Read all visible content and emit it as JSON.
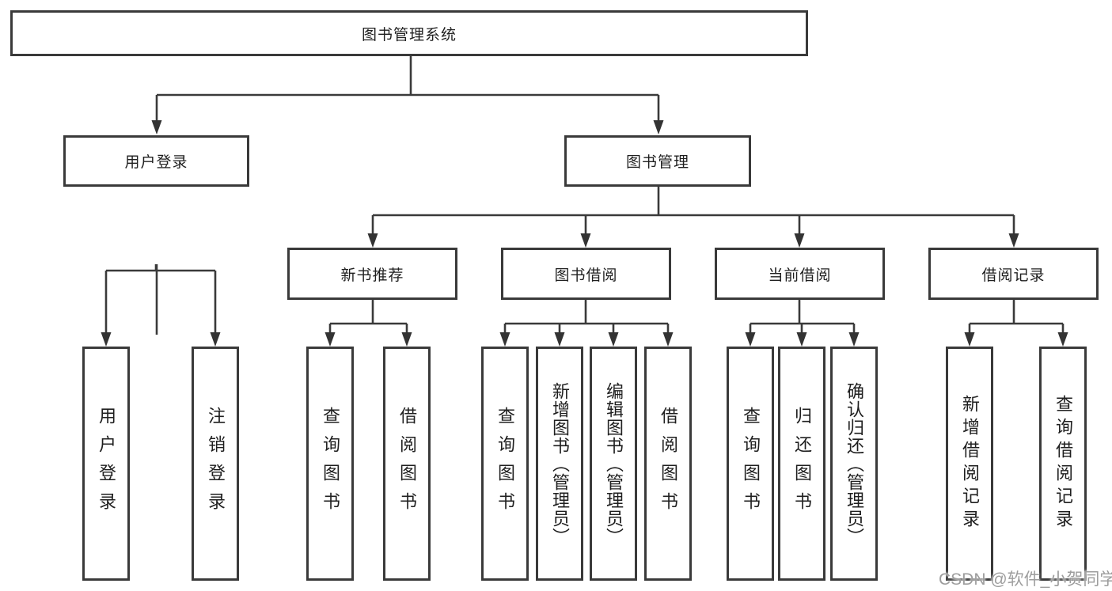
{
  "diagram": {
    "title_node": {
      "label": "图书管理系统"
    },
    "level2": [
      {
        "label": "用户登录"
      },
      {
        "label": "图书管理"
      }
    ],
    "level3": [
      {
        "label": "新书推荐"
      },
      {
        "label": "图书借阅"
      },
      {
        "label": "当前借阅"
      },
      {
        "label": "借阅记录"
      }
    ],
    "leaves": {
      "user_login": [
        "用户登录",
        "注销登录"
      ],
      "new_book": [
        "查询图书",
        "借阅图书"
      ],
      "book_borrow": [
        "查询图书",
        "新增图书（管理员）",
        "编辑图书（管理员）",
        "借阅图书"
      ],
      "current_borrow": [
        "查询图书",
        "归还图书",
        "确认归还（管理员）"
      ],
      "borrow_records": [
        "新增借阅记录",
        "查询借阅记录"
      ]
    },
    "colors": {
      "line": "#3a3a3a",
      "arrow": "#333333",
      "text": "#1f1f1f",
      "watermark": "#9d9d9d",
      "background": "#ffffff"
    }
  },
  "watermark": {
    "text": "CSDN @软件_小贺同学"
  }
}
